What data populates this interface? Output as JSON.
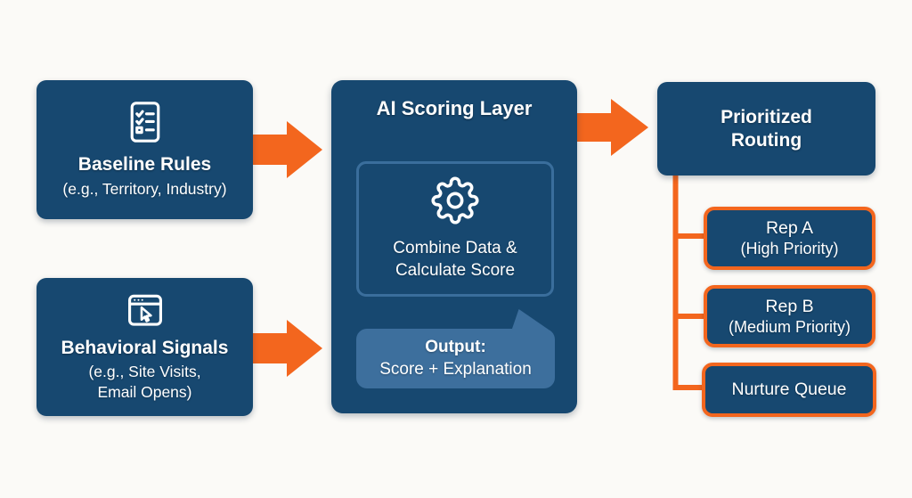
{
  "palette": {
    "navy": "#174870",
    "orange": "#F3661E",
    "light_blue": "#3D6F9D",
    "inner_border": "#3A6E9C",
    "background": "#FBFAF7",
    "text": "#FFFFFF"
  },
  "inputs": [
    {
      "icon": "checklist-icon",
      "title": "Baseline Rules",
      "subtitle_lines": [
        "(e.g., Territory, Industry)"
      ]
    },
    {
      "icon": "browser-cursor-icon",
      "title": "Behavioral Signals",
      "subtitle_lines": [
        "(e.g., Site Visits,",
        "Email Opens)"
      ]
    }
  ],
  "scoring": {
    "title": "AI Scoring Layer",
    "process": {
      "icon": "gear-icon",
      "lines": [
        "Combine Data &",
        "Calculate Score"
      ]
    },
    "output": {
      "heading": "Output:",
      "detail": "Score + Explanation"
    }
  },
  "routing": {
    "title": "Prioritized Routing",
    "targets": [
      {
        "title": "Rep A",
        "subtitle": "(High Priority)"
      },
      {
        "title": "Rep B",
        "subtitle": "(Medium Priority)"
      },
      {
        "title": "Nurture Queue"
      }
    ]
  }
}
